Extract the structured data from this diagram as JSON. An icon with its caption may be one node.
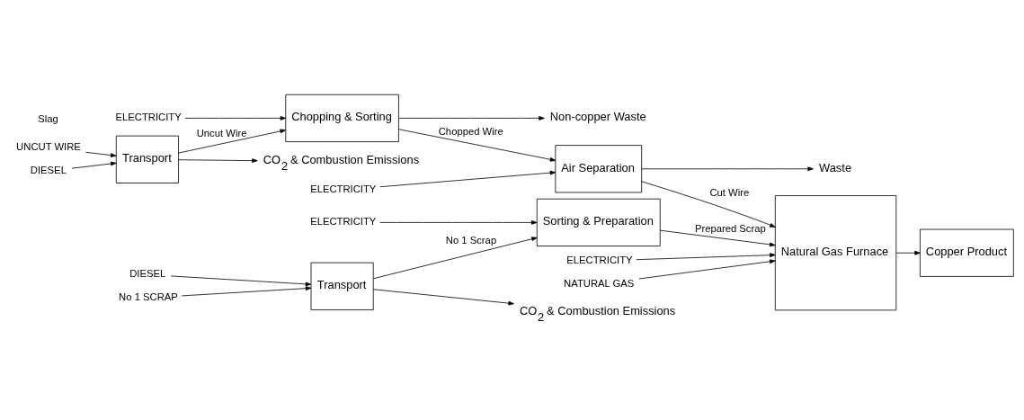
{
  "diagram": {
    "nodes": [
      {
        "text": [
          "UNCUT WIRE"
        ]
      },
      {
        "text": [
          "DIESEL"
        ]
      },
      {
        "text": [
          "Transport"
        ]
      },
      {
        "text": [
          "CO$_{2}$ & Combustion Emissions"
        ]
      },
      {
        "text": [
          "Chopping & Sorting"
        ]
      },
      {
        "text": [
          "ELECTRICITY"
        ]
      },
      {
        "text": [
          "Non-copper Waste"
        ]
      },
      {
        "text": [
          "Air Separation"
        ]
      },
      {
        "text": [
          "ELECTRICITY"
        ]
      },
      {
        "text": [
          "Waste"
        ]
      },
      {
        "text": [
          "Natural Gas Furnace"
        ]
      },
      {
        "text": [
          "ELECTRICITY"
        ]
      },
      {
        "text": [
          "NATURAL GAS"
        ]
      },
      {
        "text": [
          "Copper Product"
        ]
      },
      {
        "text": [
          "No 1 SCRAP"
        ]
      },
      {
        "text": [
          "DIESEL"
        ]
      },
      {
        "text": [
          "Transport"
        ]
      },
      {
        "text": [
          "CO$_{2}$ & Combustion Emissions"
        ]
      },
      {
        "text": [
          "Sorting & Preparation"
        ]
      },
      {
        "text": [
          "ELECTRICITY"
        ]
      }
    ],
    "edges": [
      {
        "from": 0,
        "to": 2,
        "arrow": "to"
      },
      {
        "from": 1,
        "to": 2,
        "arrow": "to"
      },
      {
        "from": 2,
        "to": 3,
        "arrow": "to"
      },
      {
        "from": 2,
        "to": 4,
        "arrow": "to",
        "label": "Uncut Wire"
      },
      {
        "from": 5,
        "to": 4,
        "arrow": "to"
      },
      {
        "from": 4,
        "to": 6,
        "arrow": "to"
      },
      {
        "from": 4,
        "to": 7,
        "arrow": "to",
        "label": "Chopped Wire"
      },
      {
        "from": 8,
        "to": 7,
        "arrow": "to"
      },
      {
        "from": 7,
        "to": 9,
        "arrow": "to"
      },
      {
        "from": 7,
        "to": 10,
        "arrow": "to",
        "label": "Cut Wire"
      },
      {
        "from": 11,
        "to": 10,
        "arrow": "to"
      },
      {
        "from": 12,
        "to": 10,
        "arrow": "to"
      },
      {
        "from": 10,
        "to": 13,
        "arrow": "to"
      },
      {
        "from": 14,
        "to": 16,
        "arrow": "to"
      },
      {
        "from": 15,
        "to": 16,
        "arrow": "to"
      },
      {
        "from": 16,
        "to": 17,
        "arrow": "to"
      },
      {
        "from": 16,
        "to": 18,
        "arrow": "to",
        "label": "No 1 Scrap"
      },
      {
        "from": 19,
        "to": 18,
        "arrow": "to"
      },
      {
        "from": 18,
        "to": 10,
        "arrow": "to",
        "label": "Prepared Scrap"
      }
    ],
    "labels": [
      "Slag"
    ]
  }
}
